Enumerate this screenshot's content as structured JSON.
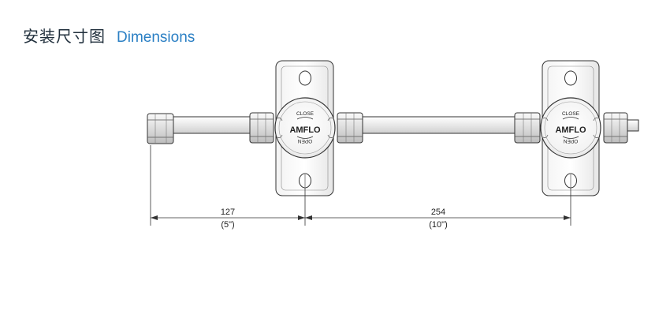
{
  "title": {
    "chinese": "安装尺寸图",
    "english": "Dimensions"
  },
  "diagram": {
    "dimension_1": {
      "value": "127",
      "imperial": "(5\")"
    },
    "dimension_2": {
      "value": "254",
      "imperial": "(10\")"
    },
    "valve_1": {
      "brand": "AMFLO",
      "close_label": "CLOSE",
      "open_label": "OPEN"
    },
    "valve_2": {
      "brand": "AMFLO",
      "close_label": "CLOSE",
      "open_label": "OPEN"
    }
  },
  "colors": {
    "title_text": "#1f2e3b",
    "title_accent": "#2a7fc4",
    "line": "#333333"
  }
}
